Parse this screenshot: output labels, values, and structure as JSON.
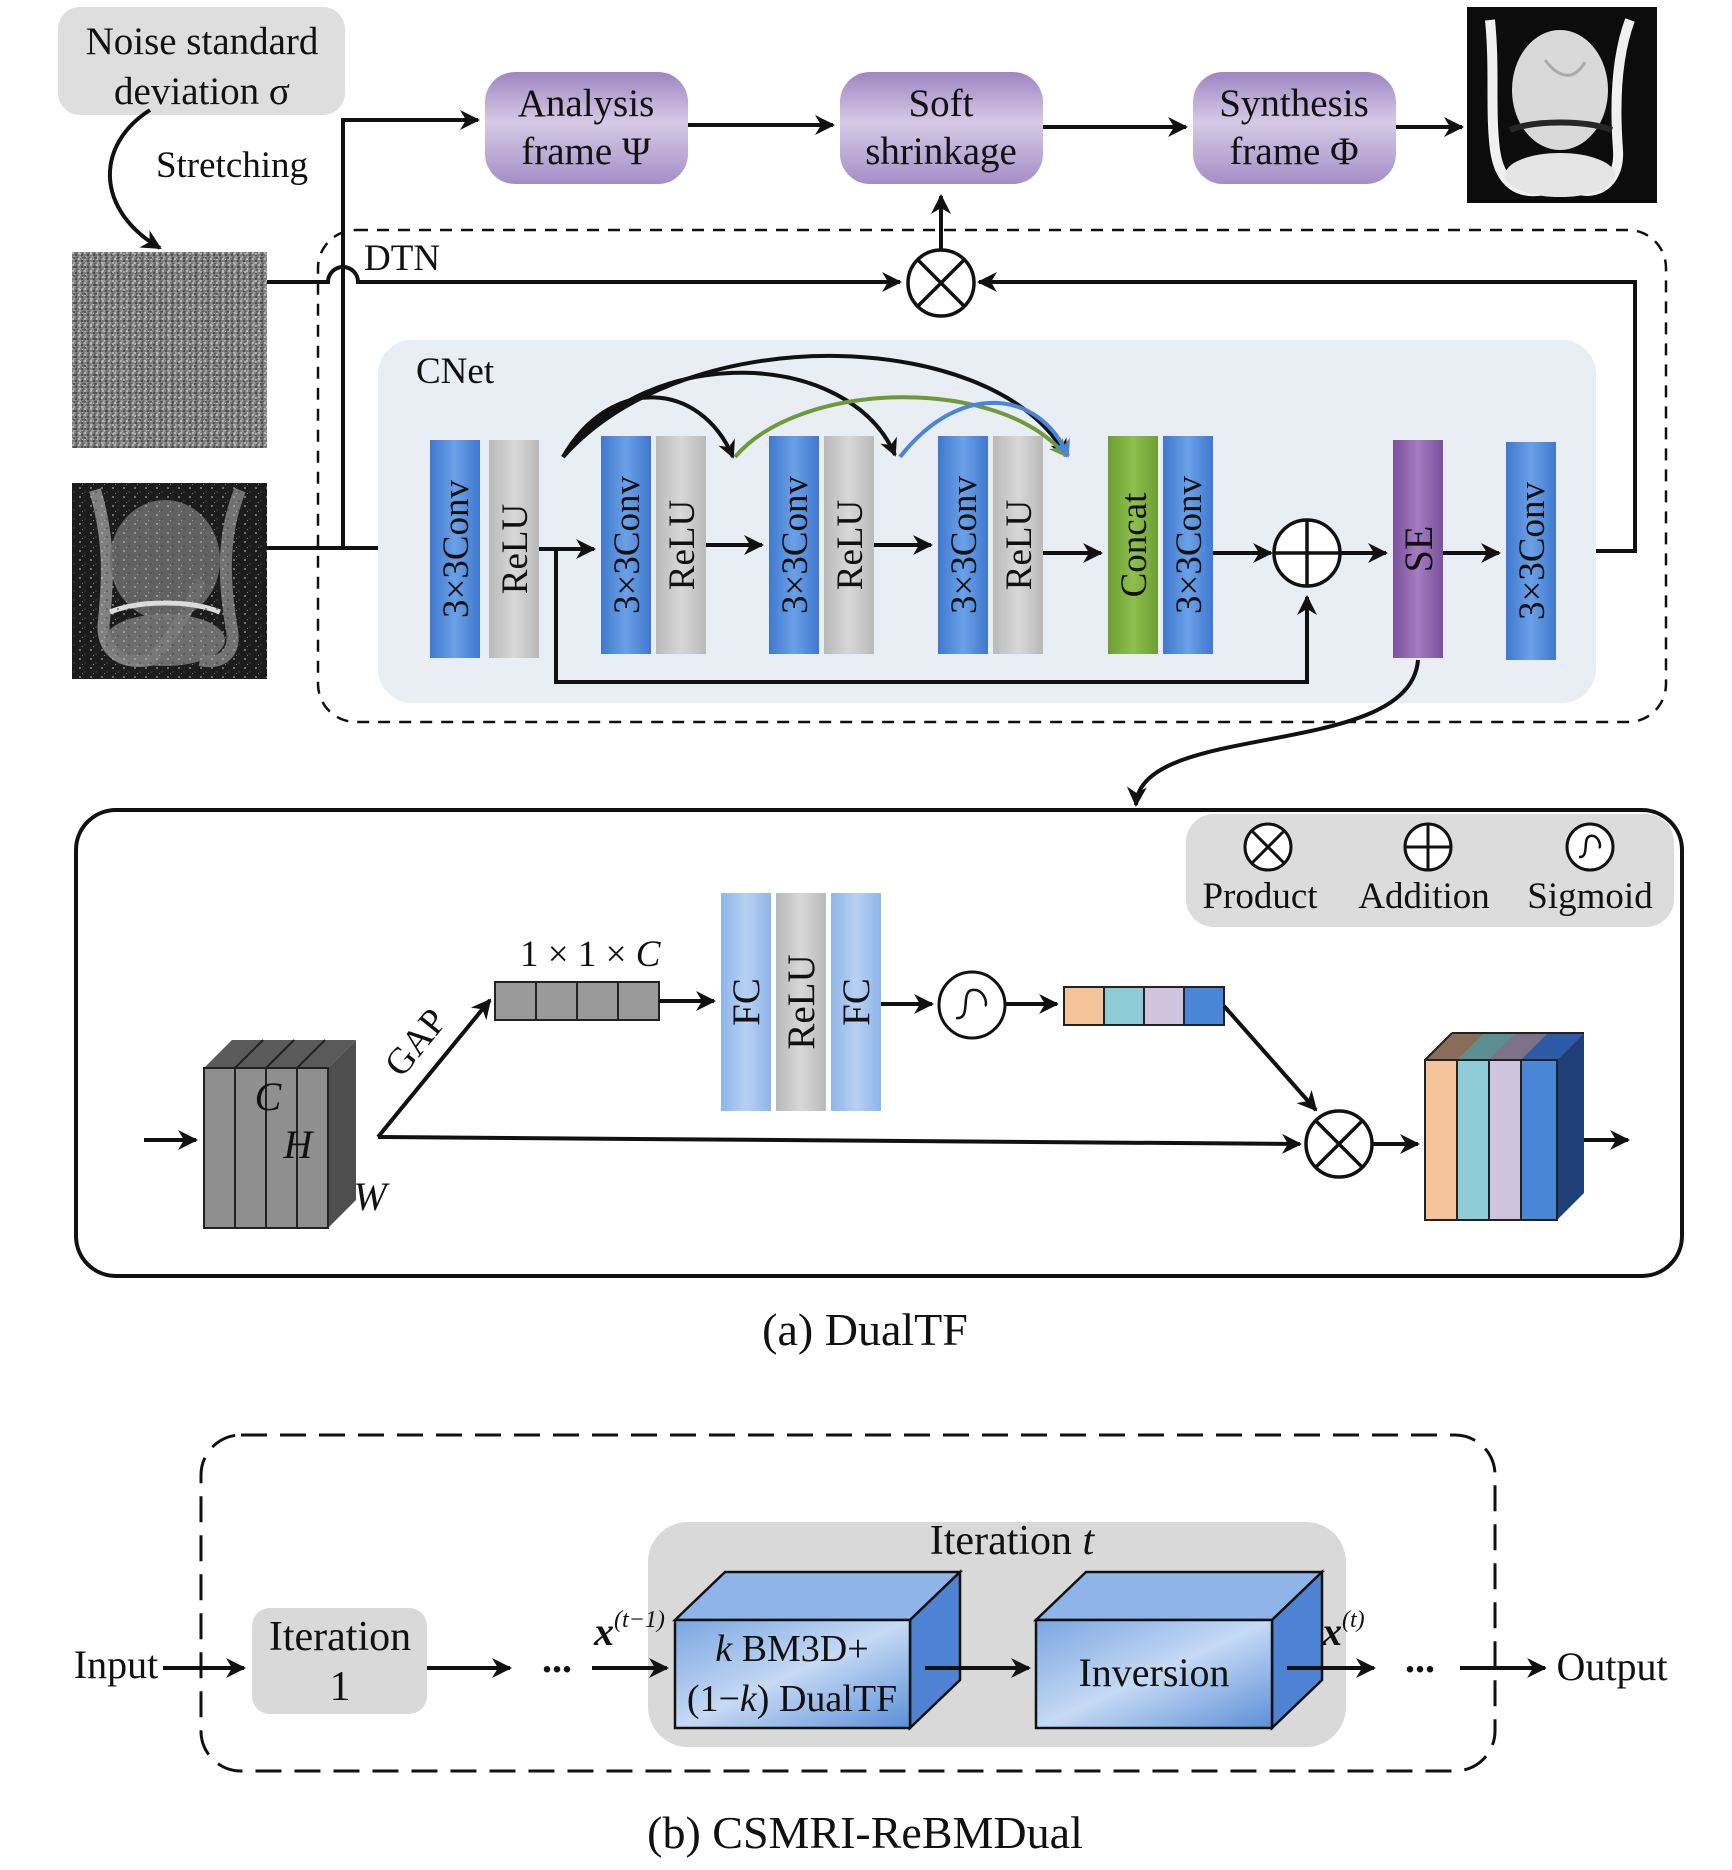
{
  "top": {
    "noise_line1": "Noise standard",
    "noise_line2": "deviation σ",
    "stretching": "Stretching",
    "analysis_line1": "Analysis",
    "analysis_line2": "frame Ψ",
    "soft_line1": "Soft",
    "soft_line2": "shrinkage",
    "synthesis_line1": "Synthesis",
    "synthesis_line2": "frame Φ",
    "dtn": "DTN",
    "cnet": "CNet"
  },
  "cnet_blocks": {
    "conv": "3×3Conv",
    "relu": "ReLU",
    "concat": "Concat",
    "se": "SE"
  },
  "legend": {
    "product": "Product",
    "addition": "Addition",
    "sigmoid": "Sigmoid"
  },
  "se_detail": {
    "gap": "GAP",
    "vector_prefix": "1 × 1 × ",
    "vector_c": "C",
    "fc": "FC",
    "relu": "ReLU",
    "dim_c": "C",
    "dim_h": "H",
    "dim_w": "W"
  },
  "captions": {
    "a": "(a) DualTF",
    "b": "(b) CSMRI-ReBMDual"
  },
  "bottom": {
    "input": "Input",
    "iter1_line1": "Iteration",
    "iter1_line2": "1",
    "dots": "...",
    "iter_t_prefix": "Iteration ",
    "iter_t_var": "t",
    "x_prev_base": "x",
    "x_prev_sup": "(t−1)",
    "k_line1_k": "k",
    "k_line1_rest": " BM3D+",
    "k_line2_a": "(1−",
    "k_line2_k": "k",
    "k_line2_b": ") DualTF",
    "inversion": "Inversion",
    "x_t_base": "x",
    "x_t_sup": "(t)",
    "output": "Output"
  },
  "colors": {
    "conv_blue": "#4a86d8",
    "relu_gray": "#c7c7c7",
    "concat_green": "#78ab3a",
    "se_purple": "#8a5da8",
    "frame_purple": "#b8a3d3",
    "cnet_bg": "#e9edf4",
    "legend_bg": "#dcdcdc"
  }
}
